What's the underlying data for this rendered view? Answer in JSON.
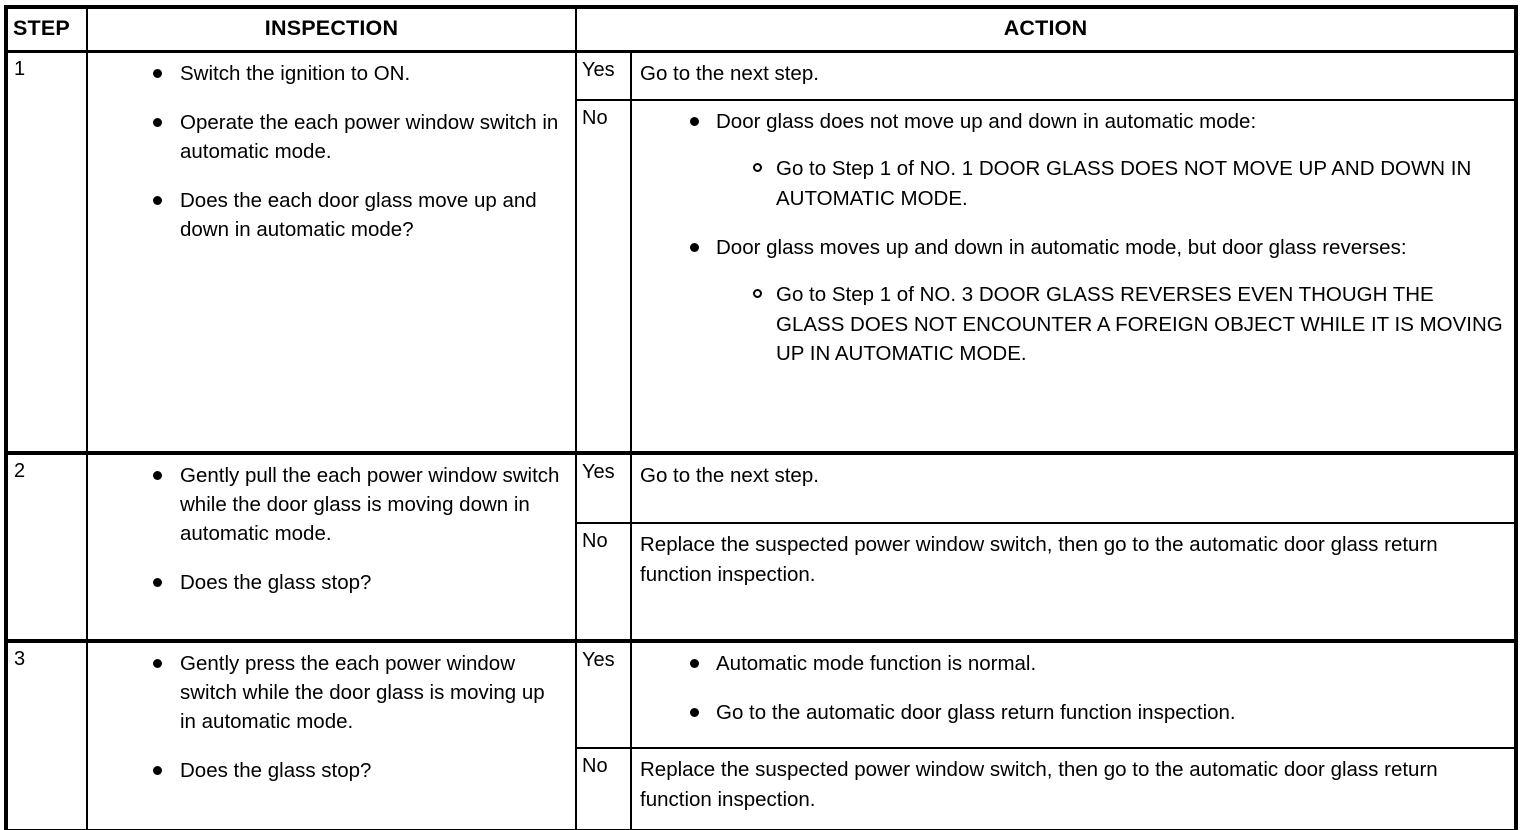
{
  "table": {
    "headers": {
      "step": "STEP",
      "inspection": "INSPECTION",
      "action": "ACTION"
    },
    "answer_labels": {
      "yes": "Yes",
      "no": "No"
    },
    "rows": [
      {
        "step": "1",
        "inspection_bullets": [
          "Switch the ignition to ON.",
          "Operate the each power window switch in automatic mode.",
          "Does the each door glass move up and down in automatic mode?"
        ],
        "yes_action": {
          "type": "plain",
          "text": "Go to the next step."
        },
        "no_action": {
          "type": "bullets",
          "bullets": [
            {
              "text": "Door glass does not move up and down in automatic mode:",
              "sub": [
                "Go to Step 1 of NO. 1 DOOR GLASS DOES NOT MOVE UP AND DOWN IN AUTOMATIC MODE."
              ]
            },
            {
              "text": "Door glass moves up and down in automatic mode, but door glass reverses:",
              "sub": [
                "Go to Step 1 of NO. 3 DOOR GLASS REVERSES EVEN THOUGH THE GLASS DOES NOT ENCOUNTER A FOREIGN OBJECT WHILE IT IS MOVING UP IN AUTOMATIC MODE."
              ]
            }
          ]
        }
      },
      {
        "step": "2",
        "inspection_bullets": [
          "Gently pull the each power window switch while the door glass is moving down in automatic mode.",
          "Does the glass stop?"
        ],
        "yes_action": {
          "type": "plain",
          "text": "Go to the next step."
        },
        "no_action": {
          "type": "plain",
          "text": "Replace the suspected power window switch, then go to the automatic door glass return function inspection."
        }
      },
      {
        "step": "3",
        "inspection_bullets": [
          "Gently press the each power window switch while the door glass is moving up in automatic mode.",
          "Does the glass stop?"
        ],
        "yes_action": {
          "type": "bullets",
          "bullets": [
            {
              "text": "Automatic mode function is normal.",
              "sub": []
            },
            {
              "text": "Go to the automatic door glass return function inspection.",
              "sub": []
            }
          ]
        },
        "no_action": {
          "type": "plain",
          "text": "Replace the suspected power window switch, then go to the automatic door glass return function inspection."
        }
      }
    ]
  },
  "style": {
    "border_color": "#000000",
    "background": "#ffffff",
    "text_color": "#000000"
  }
}
